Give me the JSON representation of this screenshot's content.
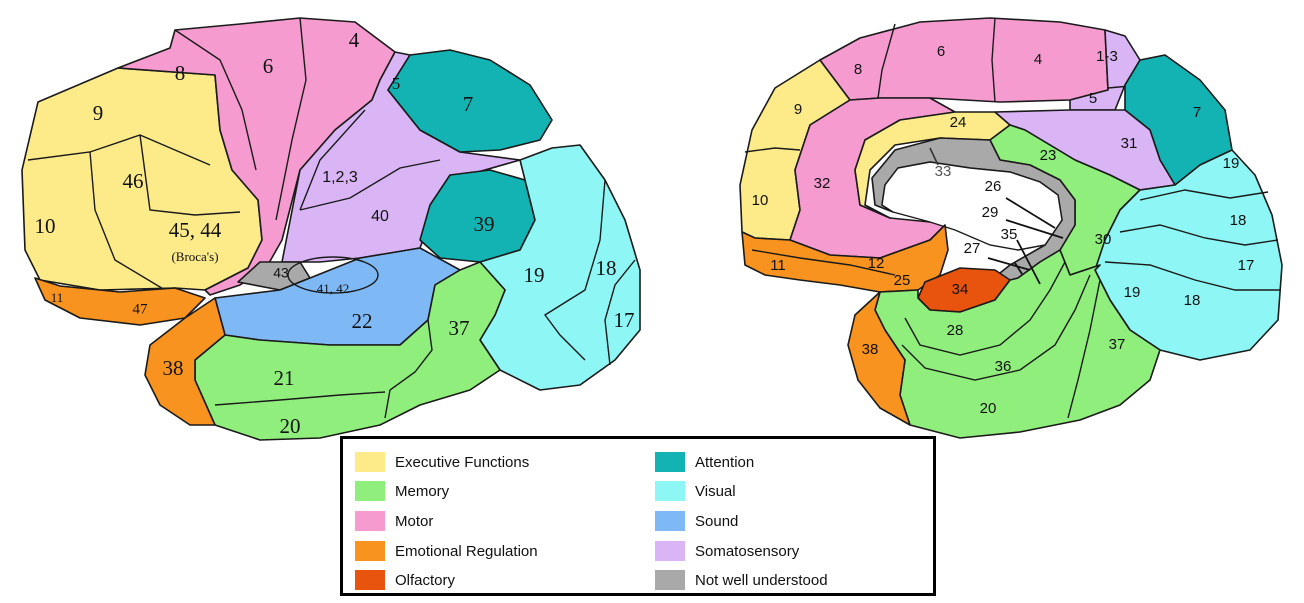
{
  "colors": {
    "executive": "#fdeb8a",
    "memory": "#90ee7c",
    "motor": "#f59bcf",
    "emotional": "#f7931e",
    "olfactory": "#e8530d",
    "attention": "#13b3b3",
    "visual": "#8ef7f5",
    "sound": "#7fb9f5",
    "somatosensory": "#d9b5f5",
    "unknown": "#a9a9a9"
  },
  "lateral": {
    "labels": [
      "9",
      "46",
      "10",
      "45, 44",
      "(Broca's)",
      "8",
      "6",
      "4",
      "5",
      "7",
      "1,2,3",
      "40",
      "39",
      "43",
      "41, 42",
      "22",
      "19",
      "18",
      "17",
      "37",
      "21",
      "20",
      "38",
      "11",
      "47"
    ]
  },
  "medial": {
    "labels": [
      "8",
      "6",
      "4",
      "1-3",
      "5",
      "7",
      "9",
      "24",
      "31",
      "23",
      "33",
      "32",
      "10",
      "26",
      "29",
      "30",
      "19",
      "18",
      "17",
      "27",
      "35",
      "11",
      "12",
      "25",
      "34",
      "28",
      "36",
      "38",
      "37",
      "20",
      "19",
      "18"
    ]
  },
  "legend": {
    "items": [
      {
        "key": "executive",
        "label": "Executive Functions"
      },
      {
        "key": "memory",
        "label": "Memory"
      },
      {
        "key": "motor",
        "label": "Motor"
      },
      {
        "key": "emotional",
        "label": "Emotional Regulation"
      },
      {
        "key": "olfactory",
        "label": "Olfactory"
      },
      {
        "key": "attention",
        "label": "Attention"
      },
      {
        "key": "visual",
        "label": "Visual"
      },
      {
        "key": "sound",
        "label": "Sound"
      },
      {
        "key": "somatosensory",
        "label": "Somatosensory"
      },
      {
        "key": "unknown",
        "label": "Not well understood"
      }
    ]
  }
}
